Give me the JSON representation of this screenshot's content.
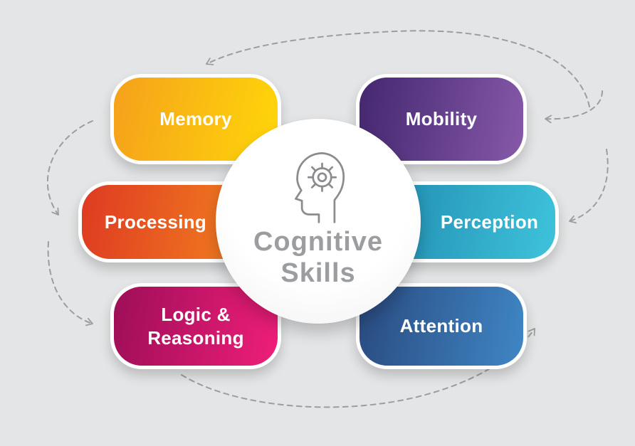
{
  "background_color": "#e4e5e6",
  "connector_color": "#9b9ea1",
  "center": {
    "title": "Cognitive\nSkills",
    "text_color": "#9b9da0",
    "icon": "head-gear-icon",
    "icon_color": "#8a8c8f"
  },
  "cards": [
    {
      "label": "Memory",
      "gradient_from": "#F5A11B",
      "gradient_to": "#FFD60A"
    },
    {
      "label": "Mobility",
      "gradient_from": "#44276F",
      "gradient_to": "#8659A8"
    },
    {
      "label": "Processing",
      "gradient_from": "#DE3A22",
      "gradient_to": "#F68C1F"
    },
    {
      "label": "Perception",
      "gradient_from": "#1E86AC",
      "gradient_to": "#3EC3DB"
    },
    {
      "label": "Logic &\nReasoning",
      "gradient_from": "#9D0E58",
      "gradient_to": "#EF1E79"
    },
    {
      "label": "Attention",
      "gradient_from": "#2A4B80",
      "gradient_to": "#3F86C5"
    }
  ]
}
